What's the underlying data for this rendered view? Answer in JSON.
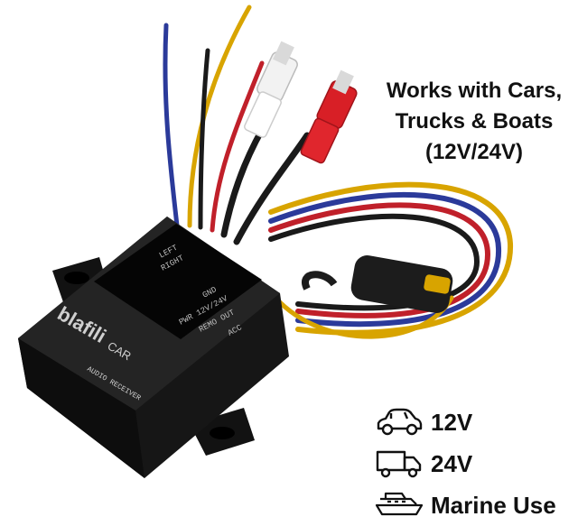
{
  "headline": {
    "line1": "Works with Cars,",
    "line2": "Trucks & Boats",
    "line3": "(12V/24V)"
  },
  "device": {
    "brand": "blafili",
    "model_word": "CAR",
    "sub_label": "AUDIO RECEIVER",
    "port_labels": {
      "left": "LEFT",
      "right": "RIGHT",
      "gnd": "GND",
      "pwr": "PWR 12V/24V",
      "remo": "REMO OUT",
      "acc": "ACC"
    }
  },
  "uses": [
    {
      "icon": "car-icon",
      "label": "12V"
    },
    {
      "icon": "truck-icon",
      "label": "24V"
    },
    {
      "icon": "boat-icon",
      "label": "Marine Use"
    }
  ]
}
